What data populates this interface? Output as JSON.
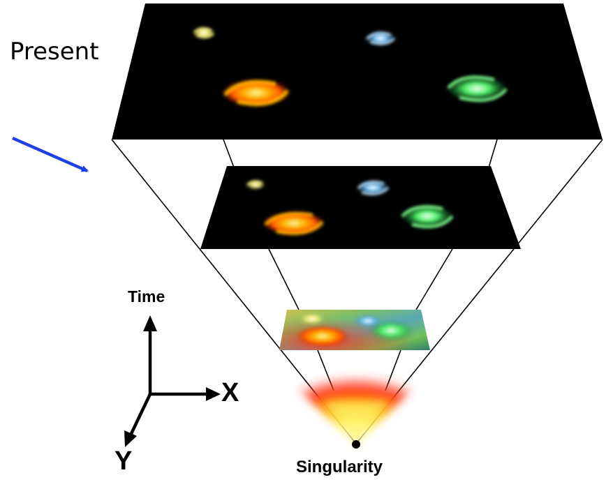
{
  "labels": {
    "present": "Present",
    "time": "Time",
    "x": "X",
    "y": "Y",
    "singularity": "Singularity"
  },
  "colors": {
    "arrow": "#1f3fe6",
    "plane": "#000000",
    "line": "#000000",
    "galaxy_yellow": "#f5f07a",
    "galaxy_blue": "#7ac8f5",
    "galaxy_orange": "#ff8a00",
    "galaxy_green": "#4ff06a",
    "glow_red": "#ff2a1a",
    "glow_yellow": "#fff36a"
  }
}
